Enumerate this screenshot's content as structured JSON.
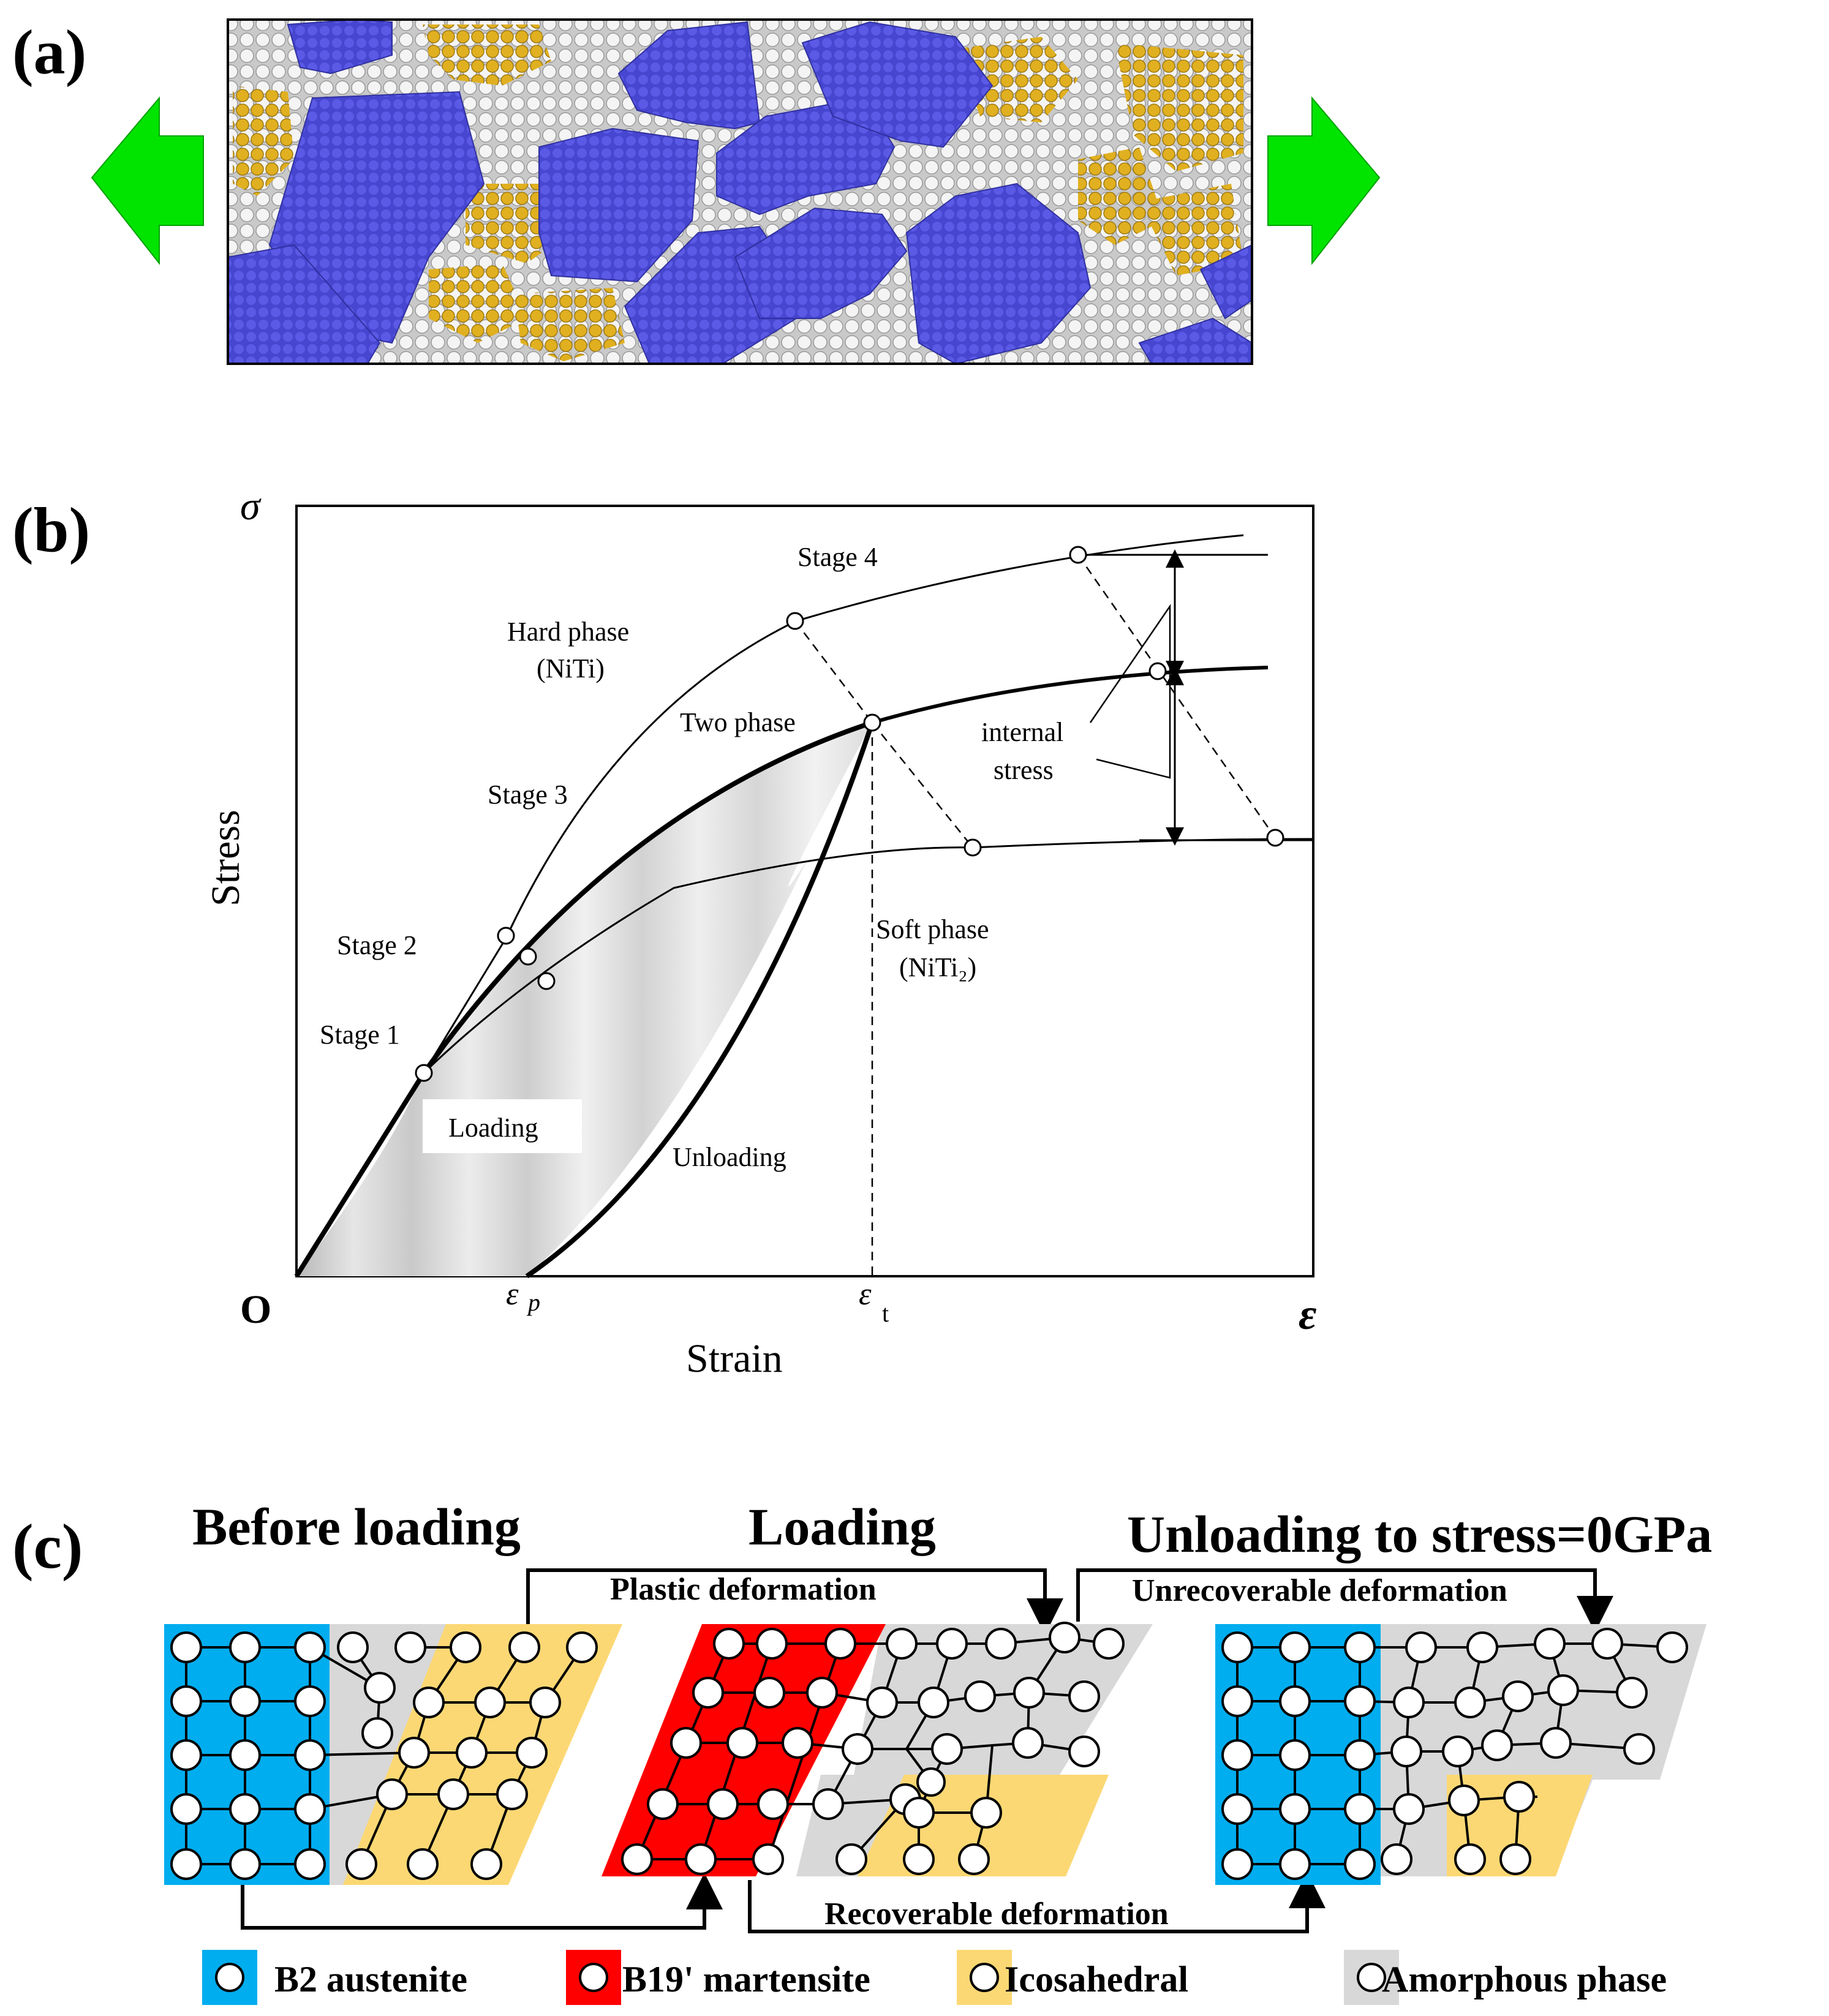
{
  "panels": {
    "a": {
      "label": "(a)"
    },
    "b": {
      "label": "(b)"
    },
    "c": {
      "label": "(c)"
    }
  },
  "graph": {
    "origin": "O",
    "y_symbol": "σ",
    "x_symbol": "ε",
    "ylabel": "Stress",
    "xlabel": "Strain",
    "eps_p": "ε",
    "eps_p_sub": "p",
    "eps_t": "ε",
    "eps_t_sub": "t",
    "stage1": "Stage 1",
    "stage2": "Stage 2",
    "stage3": "Stage 3",
    "stage4": "Stage 4",
    "hard_phase_1": "Hard phase",
    "hard_phase_2": "(NiTi)",
    "two_phase": "Two phase",
    "soft_phase_1": "Soft phase",
    "soft_phase_2": "(NiTi₂)",
    "internal_stress_1": "internal",
    "internal_stress_2": "stress",
    "loading": "Loading",
    "unloading": "Unloading"
  },
  "schematic": {
    "before_loading": "Before loading",
    "loading": "Loading",
    "unloading": "Unloading to stress=0GPa",
    "plastic": "Plastic deformation",
    "unrecoverable": "Unrecoverable deformation",
    "recoverable": "Recoverable deformation"
  },
  "legend": {
    "b2": "B2 austenite",
    "b19": "B19' martensite",
    "ico": "Icosahedral",
    "amorph": "Amorphous phase"
  },
  "colors": {
    "b2": "#00adef",
    "b19": "#ff0000",
    "ico": "#fcd874",
    "amorph": "#d8d8d8",
    "grain": "#5050d8",
    "matrix": "#cfcfcf",
    "arrow": "#00e400"
  }
}
